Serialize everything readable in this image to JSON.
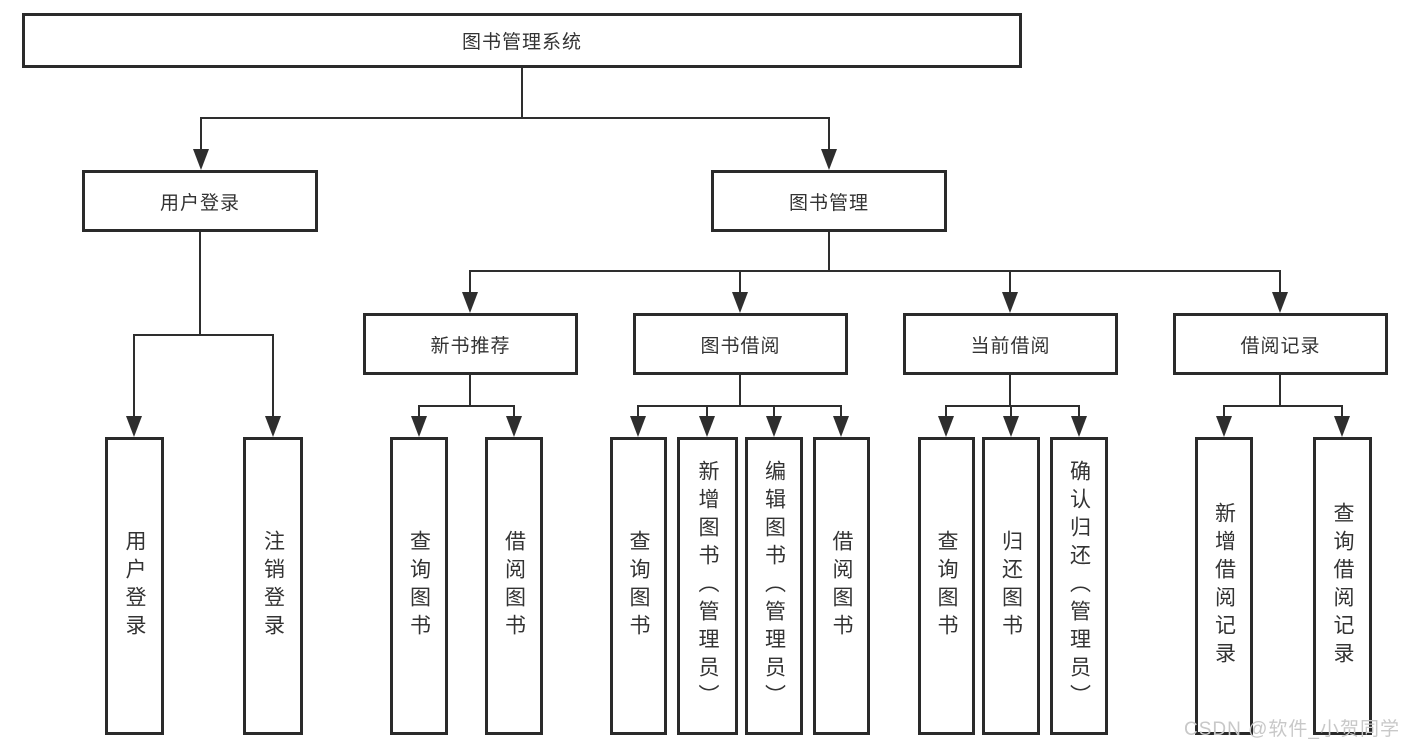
{
  "nodes": {
    "root": "图书管理系统",
    "user_login": "用户登录",
    "book_mgmt": "图书管理",
    "new_book": "新书推荐",
    "book_borrow": "图书借阅",
    "current_borrow": "当前借阅",
    "borrow_record": "借阅记录"
  },
  "leaves": {
    "login": [
      "用户登录",
      "注销登录"
    ],
    "new_book": [
      "查询图书",
      "借阅图书"
    ],
    "book_borrow": [
      "查询图书",
      "新增图书（管理员）",
      "编辑图书（管理员）",
      "借阅图书"
    ],
    "current_borrow": [
      "查询图书",
      "归还图书",
      "确认归还（管理员）"
    ],
    "borrow_record": [
      "新增借阅记录",
      "查询借阅记录"
    ]
  },
  "watermark": "CSDN @软件_小贺同学",
  "colors": {
    "line": "#2e2e2e",
    "box_border": "#2a2a2a",
    "text": "#333333",
    "watermark": "#c8c8c8",
    "background": "#ffffff"
  }
}
